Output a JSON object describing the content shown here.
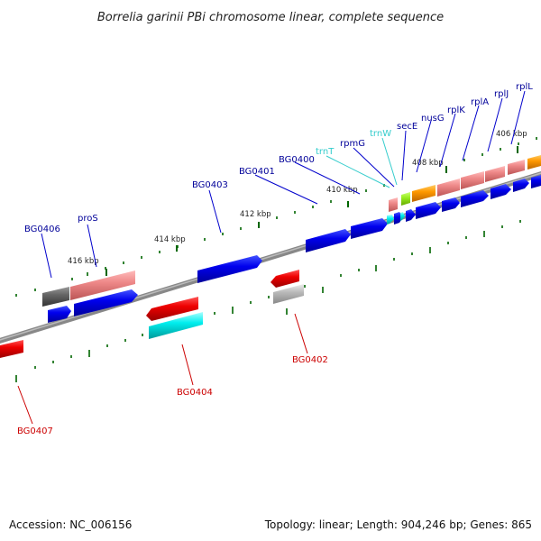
{
  "title": "Borrelia garinii PBi chromosome linear, complete sequence",
  "footer": {
    "accession": "Accession: NC_006156",
    "summary": "Topology: linear; Length: 904,246 bp; Genes: 865"
  },
  "ticks": {
    "kbp_416": "416 kbp",
    "kbp_414": "414 kbp",
    "kbp_412": "412 kbp",
    "kbp_410": "410 kbp",
    "kbp_408": "408 kbp",
    "kbp_406": "406 kbp"
  },
  "genes": {
    "BG0406": "BG0406",
    "proS": "proS",
    "BG0403": "BG0403",
    "BG0401": "BG0401",
    "BG0400": "BG0400",
    "trnT": "trnT",
    "rpmG": "rpmG",
    "trnW": "trnW",
    "secE": "secE",
    "nusG": "nusG",
    "rplK": "rplK",
    "rplA": "rplA",
    "rplJ": "rplJ",
    "rplL": "rplL",
    "BG0402": "BG0402",
    "BG0404": "BG0404",
    "BG0407": "BG0407"
  },
  "colors": {
    "forward_strand": "#0000dd",
    "reverse_strand": "#ee0000",
    "rRNA_like_pink": "#ee8888",
    "tRNA": "#33cccc",
    "orange": "#ff9900",
    "green": "#99ee22",
    "gray": "#666666",
    "light_gray": "#bbbbbb",
    "cyan": "#00eeee",
    "forward_label": "#000099",
    "reverse_label": "#cc0000",
    "tick": "#006600"
  }
}
